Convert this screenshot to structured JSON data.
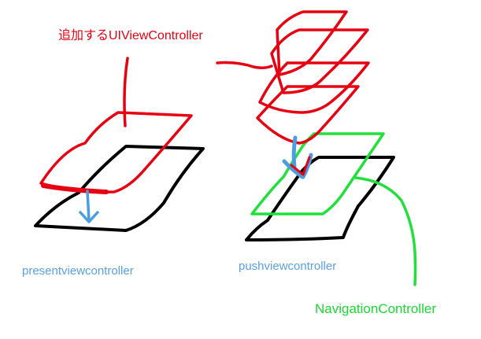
{
  "colors": {
    "red": "#e60012",
    "green": "#22e03c",
    "black": "#000000",
    "blue": "#4a9ee0",
    "present_label": "#5aa0e6",
    "push_label": "#5aa0e6",
    "nav_label": "#19d832",
    "add_label": "#e60012"
  },
  "labels": {
    "add_view_controller": "追加するUIViewController",
    "present_view_controller": "presentviewcontroller",
    "push_view_controller": "pushviewcontroller",
    "navigation_controller": "NavigationController"
  },
  "icons": {
    "present_arrow": "arrow-down-icon",
    "push_arrow": "arrow-down-icon"
  }
}
